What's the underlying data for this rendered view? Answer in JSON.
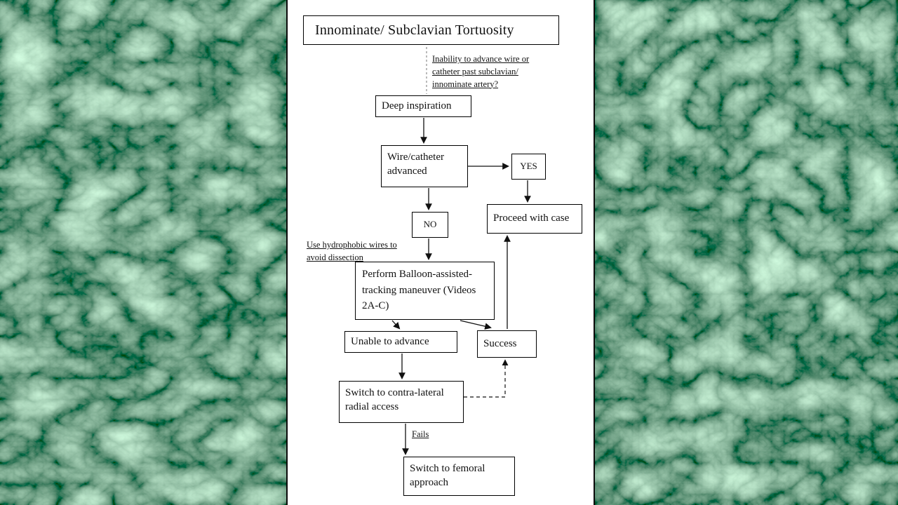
{
  "slide": {
    "description": "flowchart-on-white-panel-over-green-marble-background",
    "colors": {
      "marble_dark": "#0c3b24",
      "marble_light": "#a7d3b8",
      "panel_background": "#ffffff",
      "line_color": "#000000"
    }
  },
  "flowchart": {
    "title": "Innominate/ Subclavian Tortuosity",
    "question_lines": [
      "Inability to advance wire or",
      "catheter past subclavian/",
      "innominate artery?"
    ],
    "nodes": {
      "deep_inspiration": "Deep inspiration",
      "wire_catheter_advanced": "Wire/catheter advanced",
      "yes": "YES",
      "proceed_with_case": "Proceed with case",
      "no": "NO",
      "balloon_assisted": "Perform Balloon-assisted-tracking maneuver (Videos 2A-C)",
      "unable_to_advance": "Unable to advance",
      "success": "Success",
      "contra_lateral": "Switch to contra-lateral radial access",
      "femoral": "Switch to femoral approach"
    },
    "notes": {
      "hydrophobic_lines": [
        "Use hydrophobic wires to",
        "avoid dissection"
      ],
      "fails": "Fails"
    }
  }
}
